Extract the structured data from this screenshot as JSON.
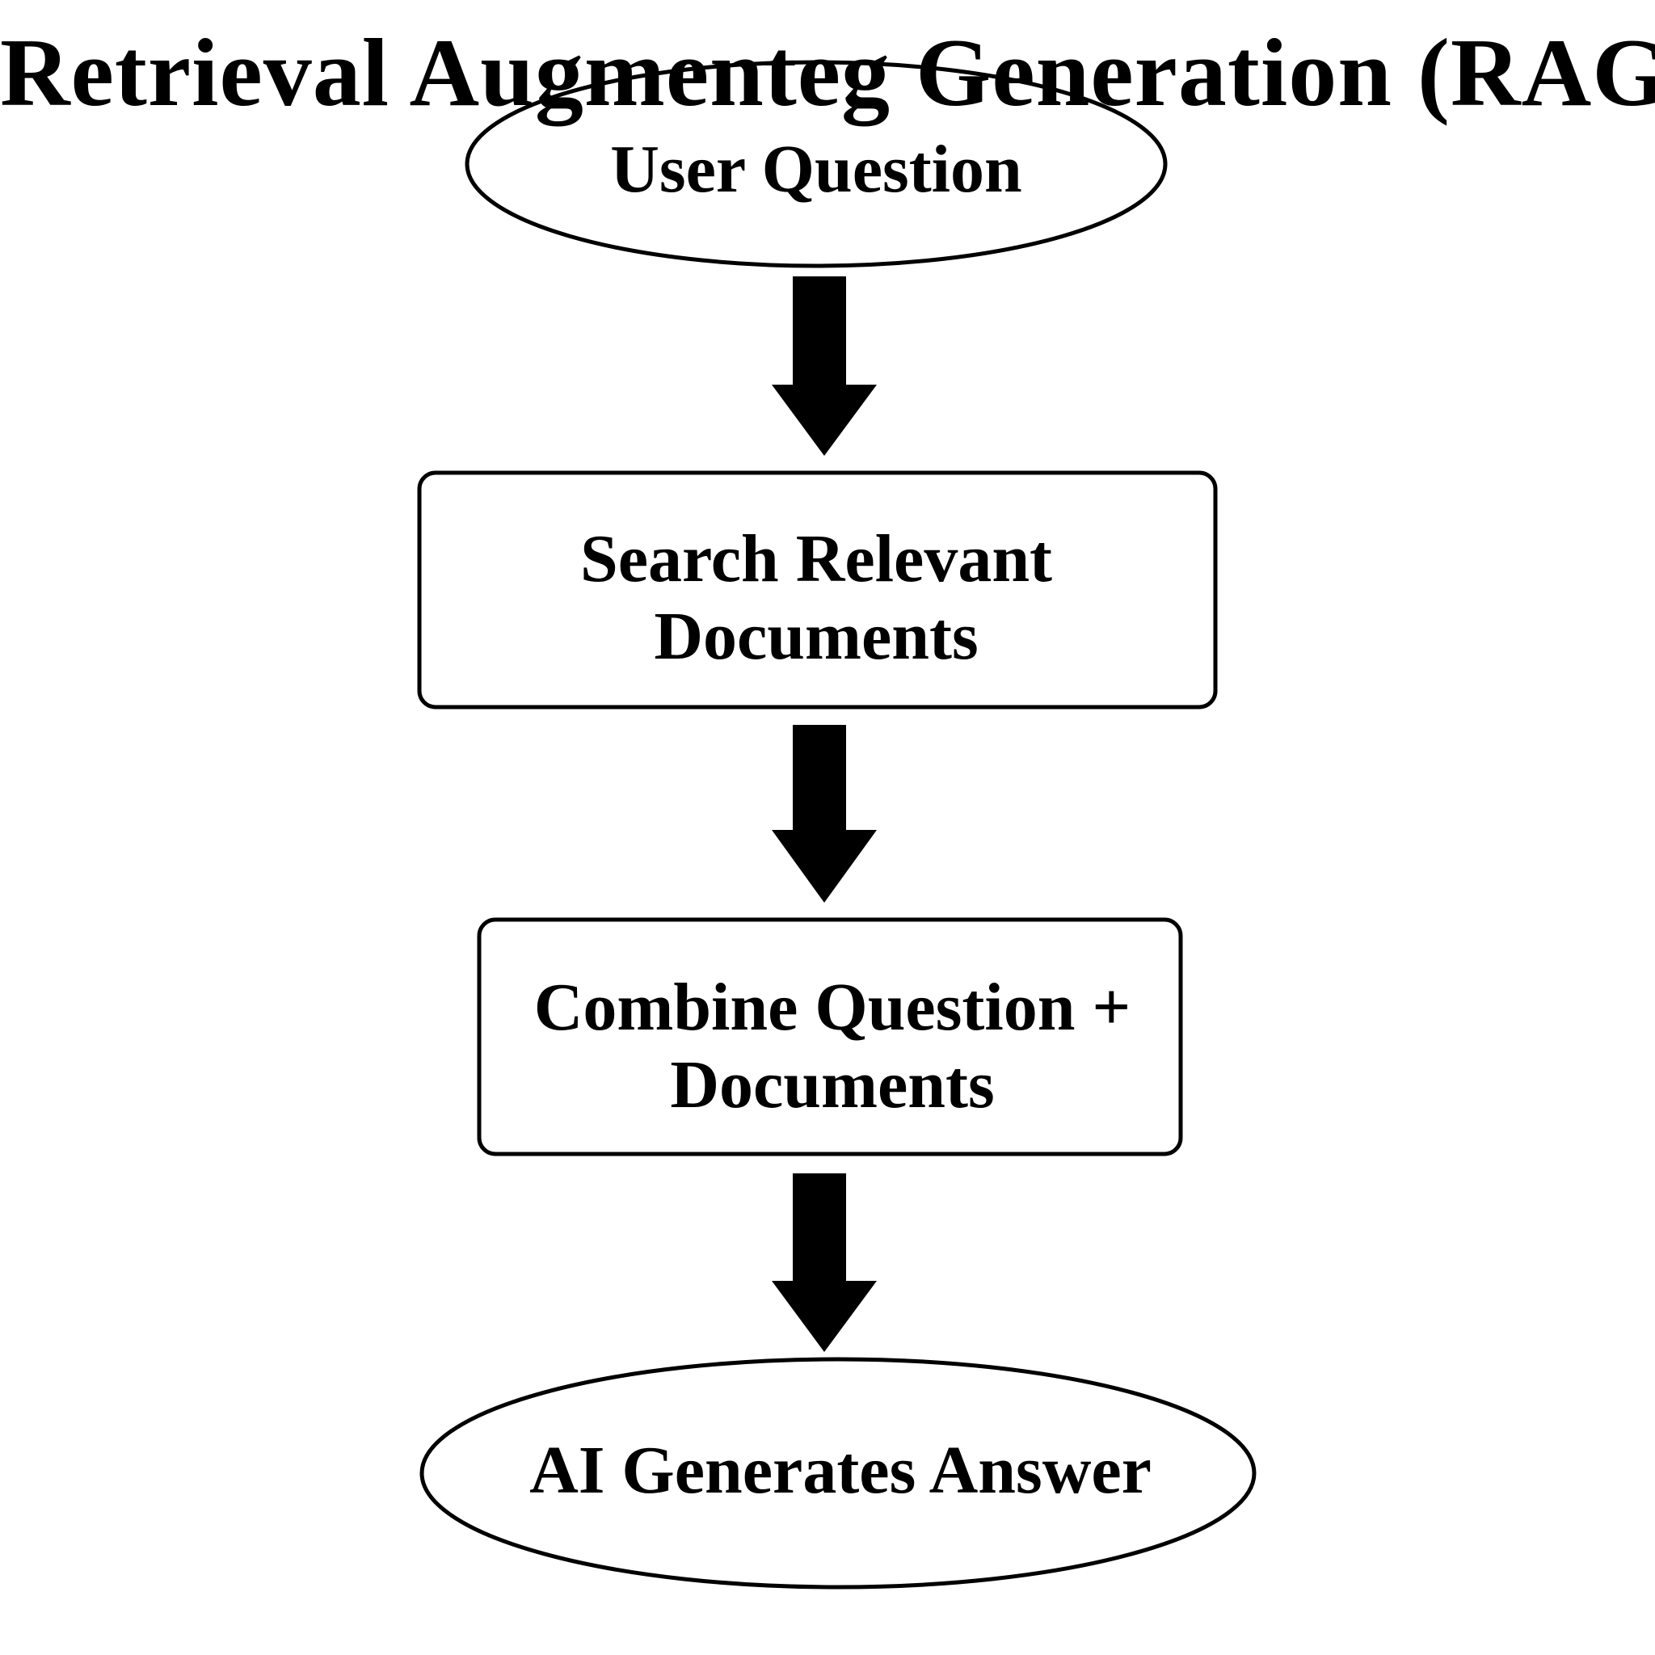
{
  "title": "Retrieval Augmenteg Generation (RAG)",
  "nodes": {
    "user_question": {
      "shape": "ellipse",
      "label": "User Question"
    },
    "search": {
      "shape": "rounded-rectangle",
      "line1": "Search Relevant",
      "line2": "Documents"
    },
    "combine": {
      "shape": "rounded-rectangle",
      "line1": "Combine Question +",
      "line2": "Documents"
    },
    "answer": {
      "shape": "ellipse",
      "label": "AI Generates Answer"
    }
  },
  "edges": [
    {
      "from": "user_question",
      "to": "search"
    },
    {
      "from": "search",
      "to": "combine"
    },
    {
      "from": "combine",
      "to": "answer"
    }
  ],
  "colors": {
    "stroke": "#000000",
    "fill": "#ffffff",
    "text": "#000000"
  }
}
